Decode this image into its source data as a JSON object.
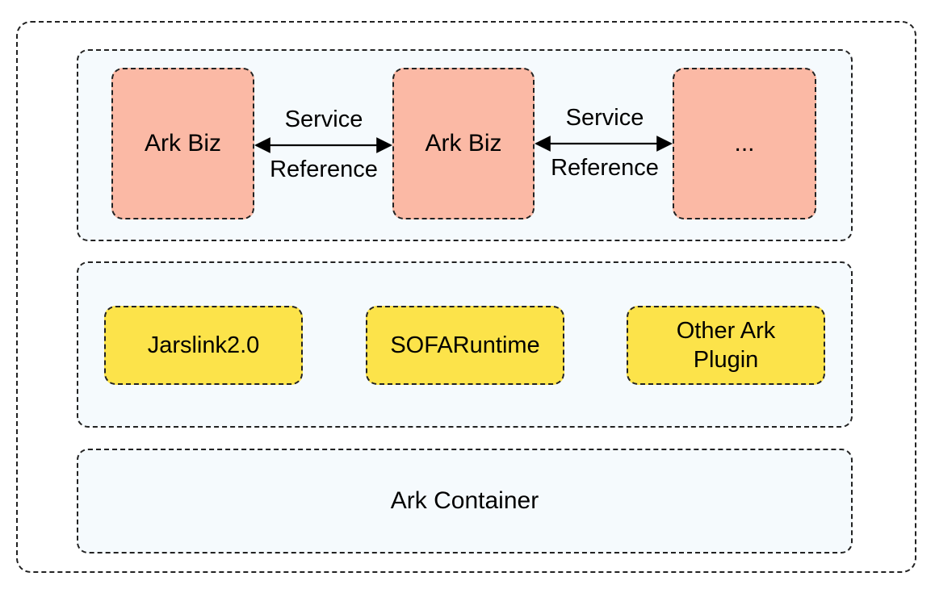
{
  "diagram": {
    "biz_layer": {
      "modules": [
        {
          "label": "Ark Biz"
        },
        {
          "label": "Ark Biz"
        },
        {
          "label": "..."
        }
      ],
      "links": [
        {
          "top_label": "Service",
          "bottom_label": "Reference"
        },
        {
          "top_label": "Service",
          "bottom_label": "Reference"
        }
      ]
    },
    "plugin_layer": {
      "plugins": [
        {
          "lines": [
            "Jarslink2.0"
          ]
        },
        {
          "lines": [
            "SOFARuntime"
          ]
        },
        {
          "lines": [
            "Other Ark",
            "Plugin"
          ]
        }
      ]
    },
    "container_layer": {
      "label": "Ark Container"
    },
    "colors": {
      "biz_fill": "#fbb9a5",
      "plugin_fill": "#fce34a",
      "layer_fill": "#f5fafd",
      "border": "#222222"
    }
  }
}
